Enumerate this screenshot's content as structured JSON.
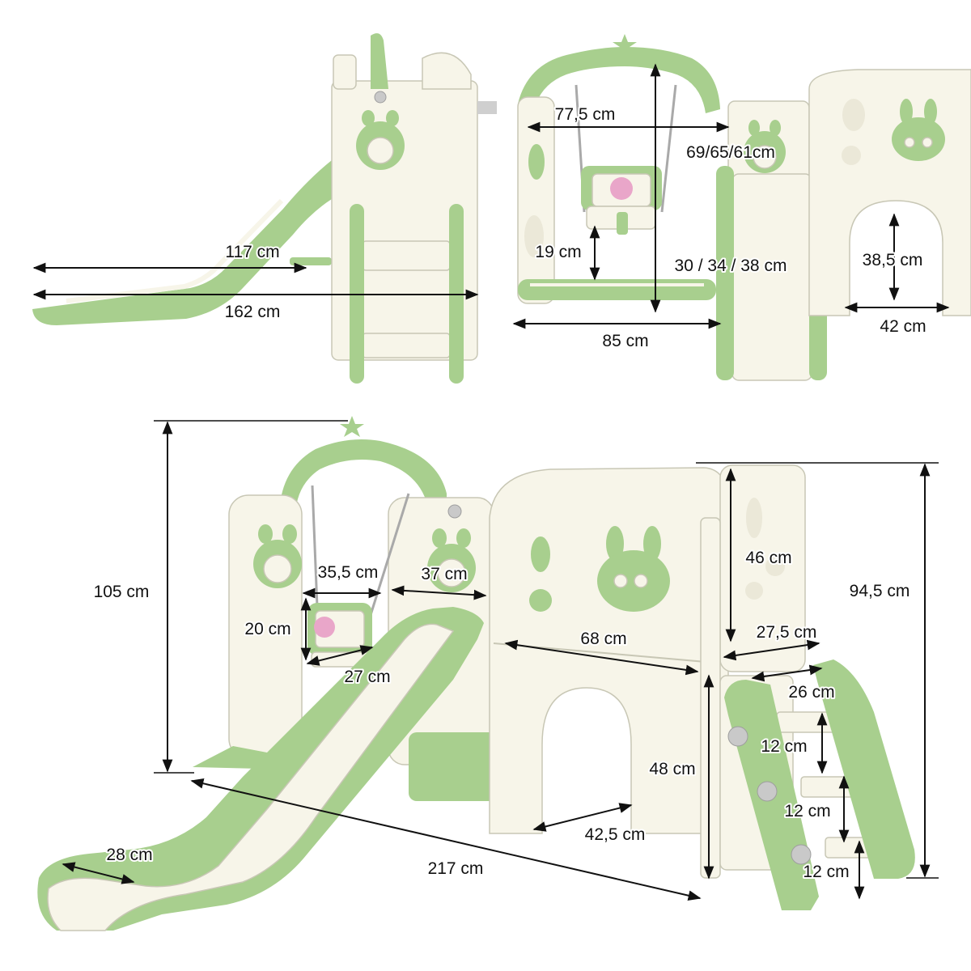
{
  "colors": {
    "green": "#a8cf8e",
    "cream": "#f7f5e9",
    "outline": "#c8c7b5",
    "pink": "#e9a6c9",
    "arrow": "#111111",
    "background": "#ffffff"
  },
  "side_view": {
    "slide_length": "117 cm",
    "total_length": "162 cm"
  },
  "front_view": {
    "swing_inner_width": "77,5 cm",
    "swing_height": "69/65/61cm",
    "seat_depth": "19 cm",
    "seat_ground_clearance": "30 / 34 / 38 cm",
    "base_width": "85 cm",
    "arch_height": "38,5 cm",
    "arch_width": "42 cm"
  },
  "main_view": {
    "overall_height": "105 cm",
    "seat_width": "35,5 cm",
    "ring_width": "37 cm",
    "seat_back_height": "20 cm",
    "seat_depth": "27 cm",
    "house_width": "68 cm",
    "wall_height": "46 cm",
    "platform_depth": "27,5 cm",
    "stair_width": "26 cm",
    "house_height": "94,5 cm",
    "step_height_1": "12 cm",
    "step_height_2": "12 cm",
    "step_height_3": "12 cm",
    "platform_height": "48 cm",
    "arch_width": "42,5 cm",
    "slide_width": "28 cm",
    "overall_length": "217 cm"
  }
}
